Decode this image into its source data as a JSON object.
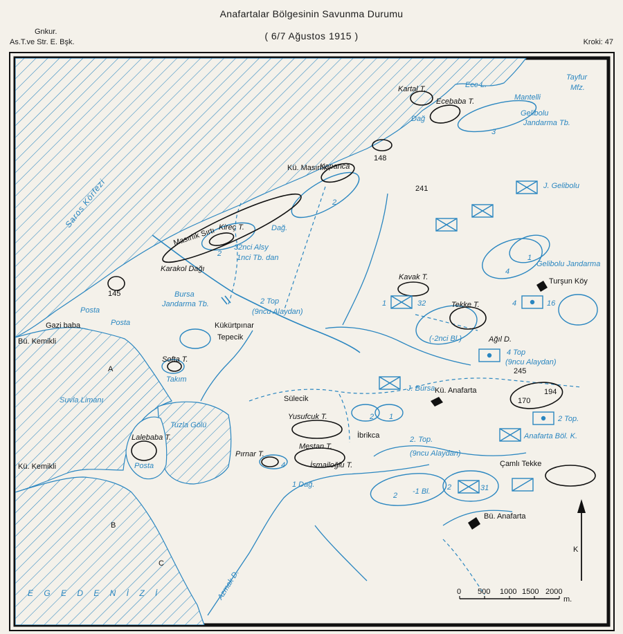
{
  "header": {
    "title": "Anafartalar Bölgesinin Savunma Durumu",
    "subtitle": "( 6/7 Ağustos 1915 )",
    "org_line1": "Gnkur.",
    "org_line2": "As.T.ve Str. E. Bşk.",
    "sheet": "Kroki: 47"
  },
  "colors": {
    "ink": "#111111",
    "water": "#2a86c0",
    "paper": "#f4f1ea"
  },
  "water_labels": {
    "saros": "Saros Körfezi",
    "suvla": "Suvla Limanı",
    "tuzla": "Tuzla Gölü",
    "ege": "E G E  D E N İ Z İ"
  },
  "places": {
    "kartal": "Kartal T.",
    "ecebaba": "Ecebaba T.",
    "ece": "Ece L.",
    "tayfur1": "Tayfur",
    "tayfur2": "Mfz.",
    "mantelli": "Mantelli",
    "dag1": "Dağ",
    "gelibolu_jtb1": "Gelibolu",
    "gelibolu_jtb2": "Jandarma Tb.",
    "n3": "3",
    "h148": "148",
    "kumasirlik": "Kü. Masırlık",
    "kapanca": "Kapanca",
    "n2a": "2",
    "h241": "241",
    "jgelibolu": "J. Gelibolu",
    "masirlik": "Masırlık Sırtı",
    "kirec": "Kireç T.",
    "dag2": "Dağ.",
    "alsy1": "32nci Alsy",
    "alsy2": "1nci Tb. dan",
    "n2b": "2",
    "karakol": "Karakol Dağı",
    "gelibolu_jand": "Gelibolu Jandarma",
    "n1a": "1",
    "n4a": "4",
    "h145": "145",
    "bursa_jtb1": "Bursa",
    "bursa_jtb2": "Jandarma Tb.",
    "top2a1": "2 Top",
    "top2a2": "(9ncu Alaydan)",
    "kavak": "Kavak T.",
    "n1b": "1",
    "n32": "32",
    "tekke": "Tekke T.",
    "n4b": "4",
    "n16": "16",
    "tursun": "Turşun Köy",
    "posta1": "Posta",
    "posta2": "Posta",
    "gazibaba": "Gazi baba",
    "bukemikli": "Bü. Kemikli",
    "kukurt1": "Kükürtpınar",
    "kukurt2": "Tepecik",
    "bl2": "(-2nci Bl.)",
    "agil": "Ağıl D.",
    "top4a1": "4 Top",
    "top4a2": "(9ncu Alaydan)",
    "h245": "245",
    "softa": "Softa T.",
    "takim": "Takım",
    "a": "A",
    "jbursa": "J. Bursa",
    "kuanafarta": "Kü. Anafarta",
    "h170": "170",
    "h194": "194",
    "top2b": "2 Top.",
    "sulecik": "Sülecik",
    "n2c": "2",
    "n1c": "1",
    "yusufcuk": "Yusufcuk T.",
    "ibrikca": "İbrikca",
    "anafarta_bol": "Anafarta Böl. K.",
    "lalebaba": "Lalebaba T.",
    "top2c1": "2. Top.",
    "top2c2": "(9ncu Alaydan)",
    "mestan": "Mestan T.",
    "kukemikli": "Kü. Kemikli",
    "posta3": "Posta",
    "pirnar": "Pırnar T.",
    "n4c": "4",
    "camli": "Çamlı Tekke",
    "ismail": "İsmailoğlu T.",
    "dag3": "1 Dağ.",
    "n2d": "2",
    "bl1": "-1 Bl.",
    "n2e": "2",
    "n31": "31",
    "buanafarta": "Bü. Anafarta",
    "b": "B",
    "c": "C",
    "azmak": "Azmak D.",
    "k": "K"
  },
  "scale": {
    "t0": "0",
    "t500": "500",
    "t1000": "1000",
    "t1500": "1500",
    "t2000": "2000",
    "unit": "m."
  }
}
